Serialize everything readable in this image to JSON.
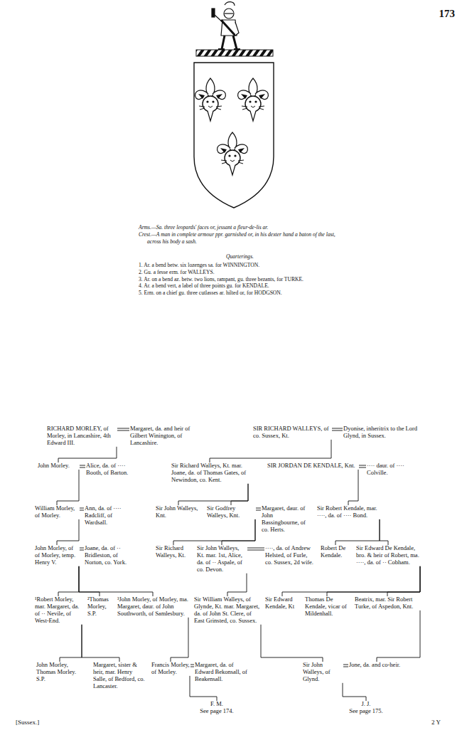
{
  "diagram": {
    "nodes": [
      {
        "text": [
          "RICHARD MORLEY, of Morley, in Lancashire, 4th Edward III."
        ]
      },
      {
        "text": [
          "Margaret, da. and heir of Gilbert Winington, of Lancashire."
        ]
      },
      {
        "text": [
          "SIR RICHARD WALLEYS, of co. Sussex, Kt."
        ]
      },
      {
        "text": [
          "Dyonise, inheritrix to the Lord Glynd, in Sussex."
        ]
      },
      {
        "text": [
          "John Morley."
        ]
      },
      {
        "text": [
          "Alice, da. of ···· Booth, of Barton."
        ]
      },
      {
        "text": [
          "Sir Richard Walleys, Kt. mar. Joane, da. of Thomas Gates, of Newindon, co. Kent."
        ]
      },
      {
        "text": [
          "SIR JORDAN DE KENDALE, Knt."
        ]
      },
      {
        "text": [
          "···· daur. of ···· Colville."
        ]
      },
      {
        "text": [
          "William Morley, of Morley."
        ]
      },
      {
        "text": [
          "Ann, da. of ···· Radcliff, of Wardsall."
        ]
      },
      {
        "text": [
          "Sir John Walleys, Knt."
        ]
      },
      {
        "text": [
          "Sir Godfrey Walleys, Knt."
        ]
      },
      {
        "text": [
          "Margaret, daur. of John Bassingbourne, of co. Herts."
        ]
      },
      {
        "text": [
          "Sir Robert Kendale, mar. ····, da. of ···· Bond."
        ]
      },
      {
        "text": [
          "John Morley, of of Morley, temp. Henry V."
        ]
      },
      {
        "text": [
          "Joane, da. of ·· Bridleston, of Norton, co. York."
        ]
      },
      {
        "text": [
          "Sir Richard Walleys, Kt."
        ]
      },
      {
        "text": [
          "Sir John Walleys, Kt. mar. 1st, Alice, da. of ·· Aspale, of co. Devon."
        ]
      },
      {
        "text": [
          "····, da. of Andrew Helsted, of Furle, co. Sussex, 2d wife."
        ]
      },
      {
        "text": [
          "Robert De Kendale."
        ]
      },
      {
        "text": [
          "Sir Edward De Kendale, bro. & heir of Robert, ma. ····, da. of ·· Cobham."
        ]
      },
      {
        "text": [
          "¹Robert Morley, mar. Margaret, da. of ·· Nevile, of West-End."
        ]
      },
      {
        "text": [
          "²Thomas Morley, S.P."
        ]
      },
      {
        "text": [
          "³John Morley, of Morley, ma. Margaret, daur. of John Southworth, of Samlesbury."
        ]
      },
      {
        "text": [
          "Sir William Walleys, of Glynde, Kt. mar. Margaret, da. of John St. Clere, of East Grinsted, co. Sussex."
        ]
      },
      {
        "text": [
          "Sir Edward Kendale, Kt"
        ]
      },
      {
        "text": [
          "Thomas De Kendale, vicar of Mildenhall."
        ]
      },
      {
        "text": [
          "Beatrix, mar. Sir Robert Turke, of Aspedon, Knt."
        ]
      },
      {
        "text": [
          "John Morley, Thomas Morley. S.P."
        ]
      },
      {
        "text": [
          "Margaret, sister & heir, mar. Henry Salle, of Bedford, co. Lancaster."
        ]
      },
      {
        "text": [
          "Francis Morley, of Morley."
        ]
      },
      {
        "text": [
          "Margaret, da. of Edward Bekonsall, of Beakensall."
        ]
      },
      {
        "text": [
          "Sir John Walleys, of Glynd."
        ]
      },
      {
        "text": [
          "Jone, da. and co-heir."
        ]
      },
      {
        "text": [
          "F. M.",
          "See page 174."
        ]
      },
      {
        "text": [
          "J. J.",
          "See page 175."
        ]
      }
    ],
    "edges": [
      {
        "from": 0,
        "to": 1,
        "arrow": "none"
      },
      {
        "from": 2,
        "to": 3,
        "arrow": "none"
      },
      {
        "from": 4,
        "to": 5,
        "arrow": "none"
      },
      {
        "from": 7,
        "to": 8,
        "arrow": "none"
      },
      {
        "from": 9,
        "to": 10,
        "arrow": "none"
      },
      {
        "from": 12,
        "to": 13,
        "arrow": "none"
      },
      {
        "from": 15,
        "to": 16,
        "arrow": "none"
      },
      {
        "from": 18,
        "to": 19,
        "arrow": "none"
      },
      {
        "from": 31,
        "to": 32,
        "arrow": "none"
      },
      {
        "from": 33,
        "to": 34,
        "arrow": "none"
      },
      {
        "from": 0,
        "to": 4,
        "arrow": "none"
      },
      {
        "from": 2,
        "to": 6,
        "arrow": "none"
      },
      {
        "from": 6,
        "to": 11,
        "arrow": "none"
      },
      {
        "from": 6,
        "to": 12,
        "arrow": "none"
      },
      {
        "from": 7,
        "to": 14,
        "arrow": "none"
      },
      {
        "from": 4,
        "to": 9,
        "arrow": "none"
      },
      {
        "from": 9,
        "to": 15,
        "arrow": "none"
      },
      {
        "from": 12,
        "to": 17,
        "arrow": "none"
      },
      {
        "from": 12,
        "to": 18,
        "arrow": "none"
      },
      {
        "from": 14,
        "to": 20,
        "arrow": "none"
      },
      {
        "from": 14,
        "to": 21,
        "arrow": "none"
      },
      {
        "from": 15,
        "to": 22,
        "arrow": "none"
      },
      {
        "from": 15,
        "to": 23,
        "arrow": "none"
      },
      {
        "from": 15,
        "to": 24,
        "arrow": "none"
      },
      {
        "from": 18,
        "to": 25,
        "arrow": "none"
      },
      {
        "from": 21,
        "to": 26,
        "arrow": "none"
      },
      {
        "from": 21,
        "to": 27,
        "arrow": "none"
      },
      {
        "from": 21,
        "to": 28,
        "arrow": "none"
      },
      {
        "from": 22,
        "to": 29,
        "arrow": "none"
      },
      {
        "from": 22,
        "to": 30,
        "arrow": "none"
      },
      {
        "from": 24,
        "to": 31,
        "arrow": "none"
      },
      {
        "from": 25,
        "to": 33,
        "arrow": "none"
      },
      {
        "from": 28,
        "to": 34,
        "arrow": "none"
      },
      {
        "from": 31,
        "to": 35,
        "arrow": "none"
      },
      {
        "from": 33,
        "to": 36,
        "arrow": "none"
      }
    ],
    "labels": [
      "173",
      "Arms.—Sa. three leopards' faces or, jessant a fleur-de-lis ar.",
      "Crest.—A man in complete armour ppr. garnished or, in his dexter hand a baton of the last, across his body a sash.",
      "Quarterings.",
      "1. Ar. a bend betw. six lozenges sa. for WINNINGTON.",
      "2. Gu. a fesse erm. for WALLEYS.",
      "3. Ar. on a bend az. betw. two lions, rampant, gu. three bezants, for TURKE.",
      "4. Ar. a bend vert, a label of three points gu. for KENDALE.",
      "5. Erm. on a chief gu. three cutlasses ar. hilted or, for HODGSON.",
      "[Sussex.]",
      "2 Y"
    ]
  }
}
